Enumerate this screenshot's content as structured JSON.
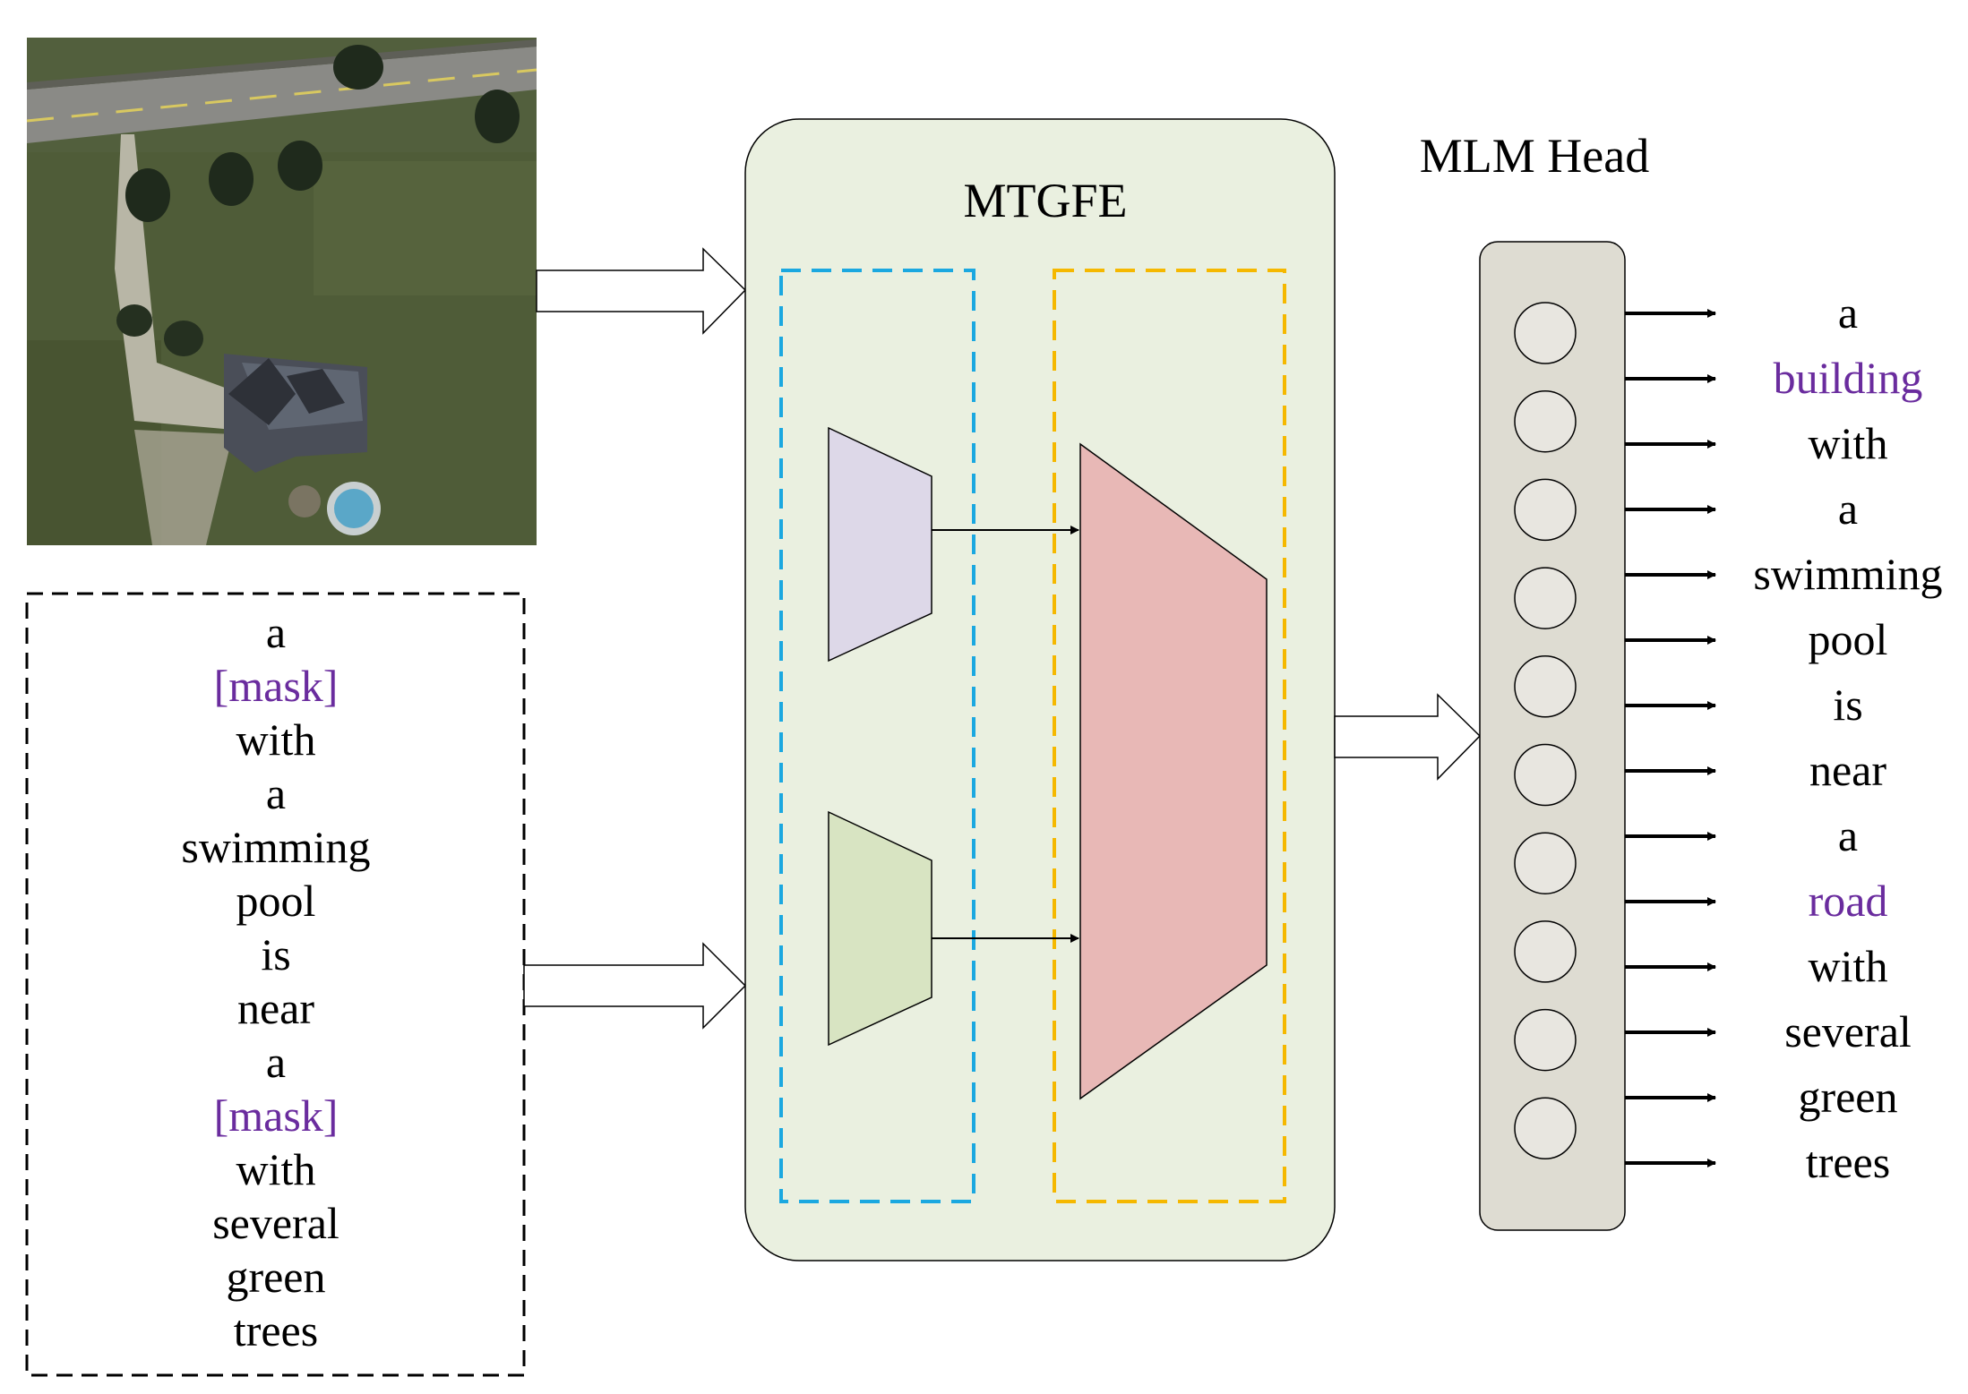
{
  "diagram": {
    "module_label": "MTGFE",
    "head_label": "MLM Head",
    "satellite_image": {
      "description_icon": "aerial-photo"
    },
    "input_text": [
      "a",
      "[mask]",
      "with",
      "a",
      "swimming",
      "pool",
      "is",
      "near",
      "a",
      "[mask]",
      "with",
      "several",
      "green",
      "trees"
    ],
    "masked_indices": [
      1,
      9
    ],
    "output_text": [
      "a",
      "building",
      "with",
      "a",
      "swimming",
      "pool",
      "is",
      "near",
      "a",
      "road",
      "with",
      "several",
      "green",
      "trees"
    ],
    "predicted_indices": [
      1,
      9
    ],
    "token_circle_count": 10,
    "colors": {
      "module_bg": "#eaf0e0",
      "head_bg": "#dedcd2",
      "encoder_box_border": "#1ba8e0",
      "fusion_box_border": "#f5b800",
      "image_encoder": "#ddd8e8",
      "text_encoder": "#d8e4c2",
      "fusion_encoder": "#e8b8b6",
      "mask_text": "#6a2c9e"
    }
  }
}
